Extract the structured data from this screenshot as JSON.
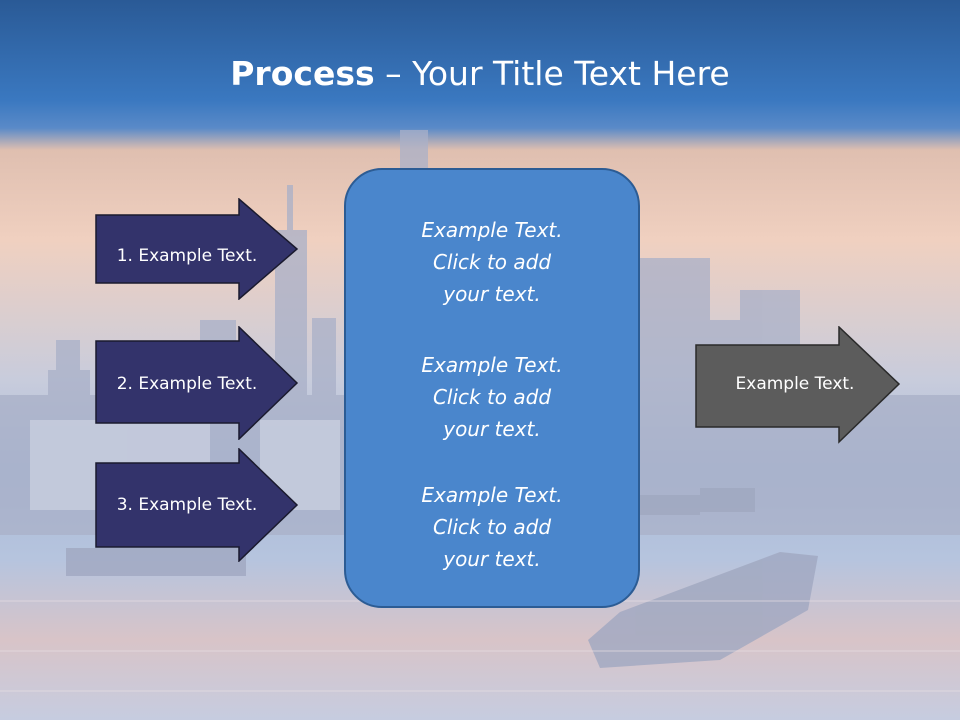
{
  "slide": {
    "title_bold": "Process",
    "title_rest": " – Your Title Text Here"
  },
  "left_arrows": [
    {
      "label": "1. Example Text."
    },
    {
      "label": "2. Example Text."
    },
    {
      "label": "3. Example Text."
    }
  ],
  "center_box": {
    "items": [
      {
        "line1": "Example Text.",
        "line2": "Click  to add",
        "line3": "your text."
      },
      {
        "line1": "Example Text.",
        "line2": "Click  to add",
        "line3": "your text."
      },
      {
        "line1": "Example Text.",
        "line2": "Click  to add",
        "line3": "your text."
      }
    ]
  },
  "right_arrow": {
    "label": "Example Text."
  },
  "colors": {
    "left_arrow_fill": "#33336b",
    "right_arrow_fill": "#5c5c5c",
    "center_box_fill": "#4a86cc",
    "title_bar": "#3a78c0"
  }
}
